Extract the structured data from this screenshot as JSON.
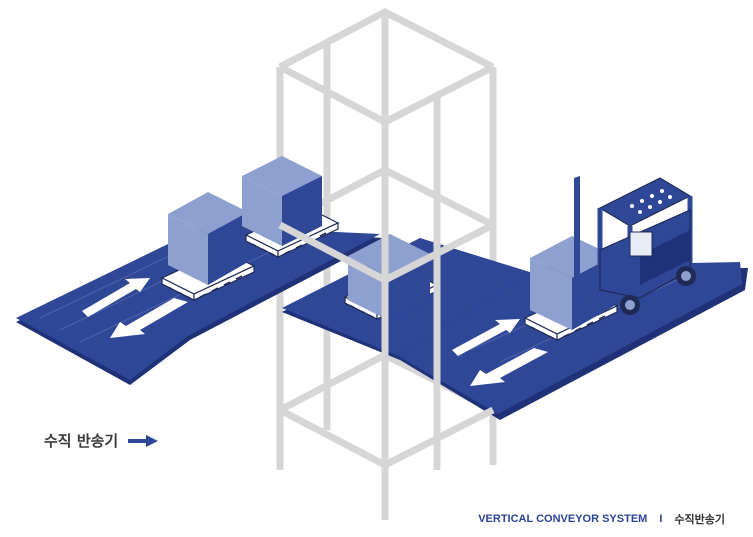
{
  "caption": {
    "label": "수직 반송기"
  },
  "footer": {
    "title_en": "VERTICAL CONVEYOR SYSTEM",
    "separator": "I",
    "title_ko": "수직반송기"
  },
  "colors": {
    "conveyor": "#2f4797",
    "conveyor_dark": "#1f3278",
    "box_top": "#8ea0cf",
    "box_front": "#2f4797",
    "box_side": "#1f3278",
    "frame": "#d9d9d9",
    "pallet": "#ffffff"
  },
  "icons": [
    "arrow-right-icon",
    "double-arrow-icon",
    "forklift-icon",
    "pallet-icon",
    "box-icon"
  ]
}
